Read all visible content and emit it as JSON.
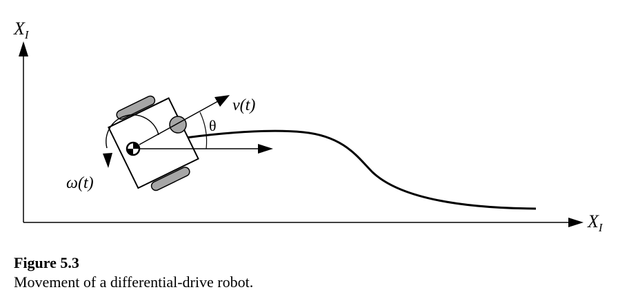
{
  "axes": {
    "y_label_main": "X",
    "y_label_sub": "I",
    "x_label_main": "X",
    "x_label_sub": "I"
  },
  "labels": {
    "velocity": "v(t)",
    "angle": "θ",
    "angular_velocity": "ω(t)"
  },
  "caption": {
    "title": "Figure 5.3",
    "text": "Movement of a differential-drive robot."
  }
}
